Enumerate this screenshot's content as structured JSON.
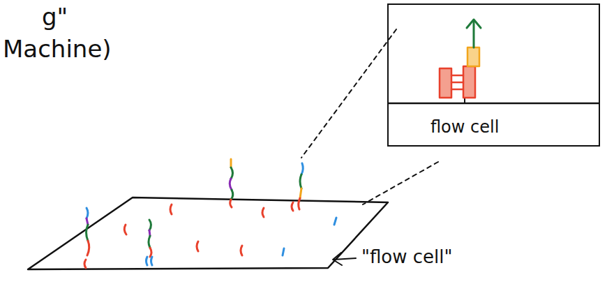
{
  "diagram": {
    "nodes": [
      {
        "text": [
          "flow cell"
        ]
      }
    ],
    "labels": [
      "g\"",
      "Machine)",
      "\"flow cell\""
    ]
  }
}
